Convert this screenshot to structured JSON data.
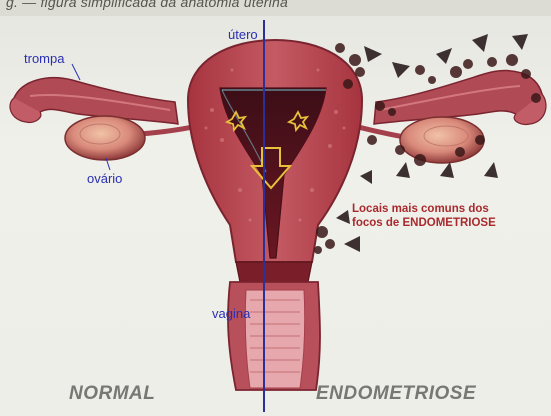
{
  "top_caption": "g. — figura simplificada da anatomia uterina",
  "labels": {
    "uterus": "útero",
    "tube": "trompa",
    "ovary": "ovário",
    "vagina": "vagina"
  },
  "note": {
    "line1": "Locais mais comuns dos",
    "line2": "focos de ENDOMETRIOSE"
  },
  "sides": {
    "left": "NORMAL",
    "right": "ENDOMETRIOSE"
  },
  "colors": {
    "tissue": "#b0404c",
    "tissue_dark": "#6a1722",
    "label_blue": "#2a2fb2",
    "note_red": "#a82a2e",
    "divider": "#2a2f9a",
    "lesion": "#3a1818"
  }
}
